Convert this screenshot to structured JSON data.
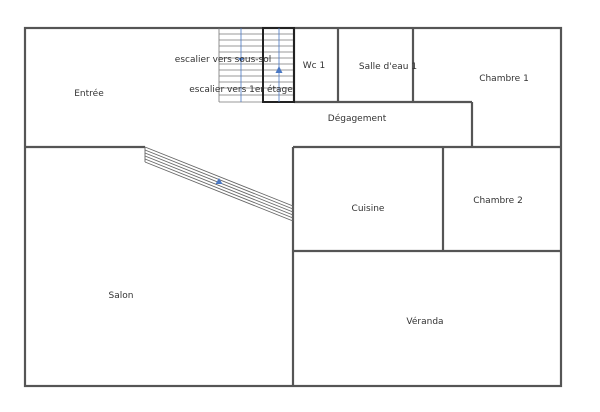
{
  "plan": {
    "wall_color": "#555555",
    "stair_line_color": "#666666",
    "stair_axis_color": "#4a78c4"
  },
  "rooms": {
    "entree": "Entrée",
    "escalier_sous_sol": "escalier vers sous-sol",
    "escalier_etage": "escalier vers 1er étage",
    "wc": "Wc 1",
    "salle_deau": "Salle d'eau 1",
    "chambre1": "Chambre 1",
    "degagement": "Dégagement",
    "salon": "Salon",
    "cuisine": "Cuisine",
    "chambre2": "Chambre 2",
    "veranda": "Véranda"
  }
}
